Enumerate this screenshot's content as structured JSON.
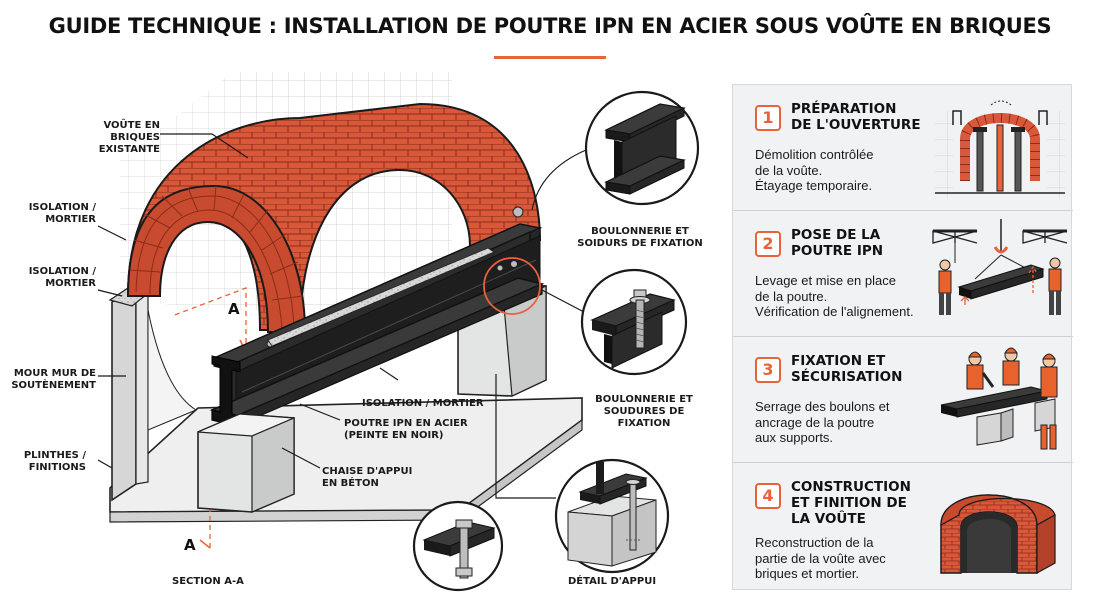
{
  "title": "GUIDE TECHNIQUE : INSTALLATION DE POUTRE IPN EN ACIER SOUS VOÛTE EN BRIQUES",
  "colors": {
    "brick": "#d9583a",
    "brick_dark": "#a63b24",
    "steel": "#262626",
    "concrete": "#e3e4e4",
    "accent": "#e8623a",
    "panel_bg": "#f1f2f3",
    "worker_orange": "#e8622e"
  },
  "labels": {
    "voute": "VOÛTE EN BRIQUES\nEXISTANTE",
    "isolation_1": "ISOLATION /\nMORTIER",
    "isolation_2": "ISOLATION /\nMORTIER",
    "mur": "MOUR MUR DE\nSOUTÈNEMENT",
    "plinthes": "PLINTHES /\nFINITIONS",
    "section": "SECTION A-A",
    "section_letter_top": "A",
    "section_letter_bottom": "A",
    "isolation_center": "ISOLATION / MORTIER",
    "poutre": "POUTRE IPN EN ACIER\n(PEINTE EN NOIR)",
    "chaise": "CHAISE D'APPUI\nEN BÉTON",
    "boulonnerie_1": "BOULONNERIE ET\nSOIDURS DE FIXATION",
    "boulonnerie_2": "BOULONNERIE ET\nSOUDURES DE FIXATION",
    "detail_appui": "DÉTAIL D'APPUI"
  },
  "steps": [
    {
      "number": "1",
      "title": "PRÉPARATION\nDE L'OUVERTURE",
      "description": "Démolition contrôlée\nde la voûte.\nÉtayage temporaire.",
      "illustration": "arch-shoring-icon"
    },
    {
      "number": "2",
      "title": "POSE DE LA\nPOUTRE IPN",
      "description": "Levage et mise en place\nde la poutre.\nVérification de l'alignement.",
      "illustration": "crane-lifting-icon"
    },
    {
      "number": "3",
      "title": "FIXATION ET\nSÉCURISATION",
      "description": "Serrage des boulons et\nancrage de la poutre\naux supports.",
      "illustration": "workers-bolting-icon"
    },
    {
      "number": "4",
      "title": "CONSTRUCTION\nET FINITION DE\nLA VOÛTE",
      "description": "Reconstruction de la\npartie de la voûte avec\nbriques et mortier.",
      "illustration": "brick-arch-icon"
    }
  ]
}
